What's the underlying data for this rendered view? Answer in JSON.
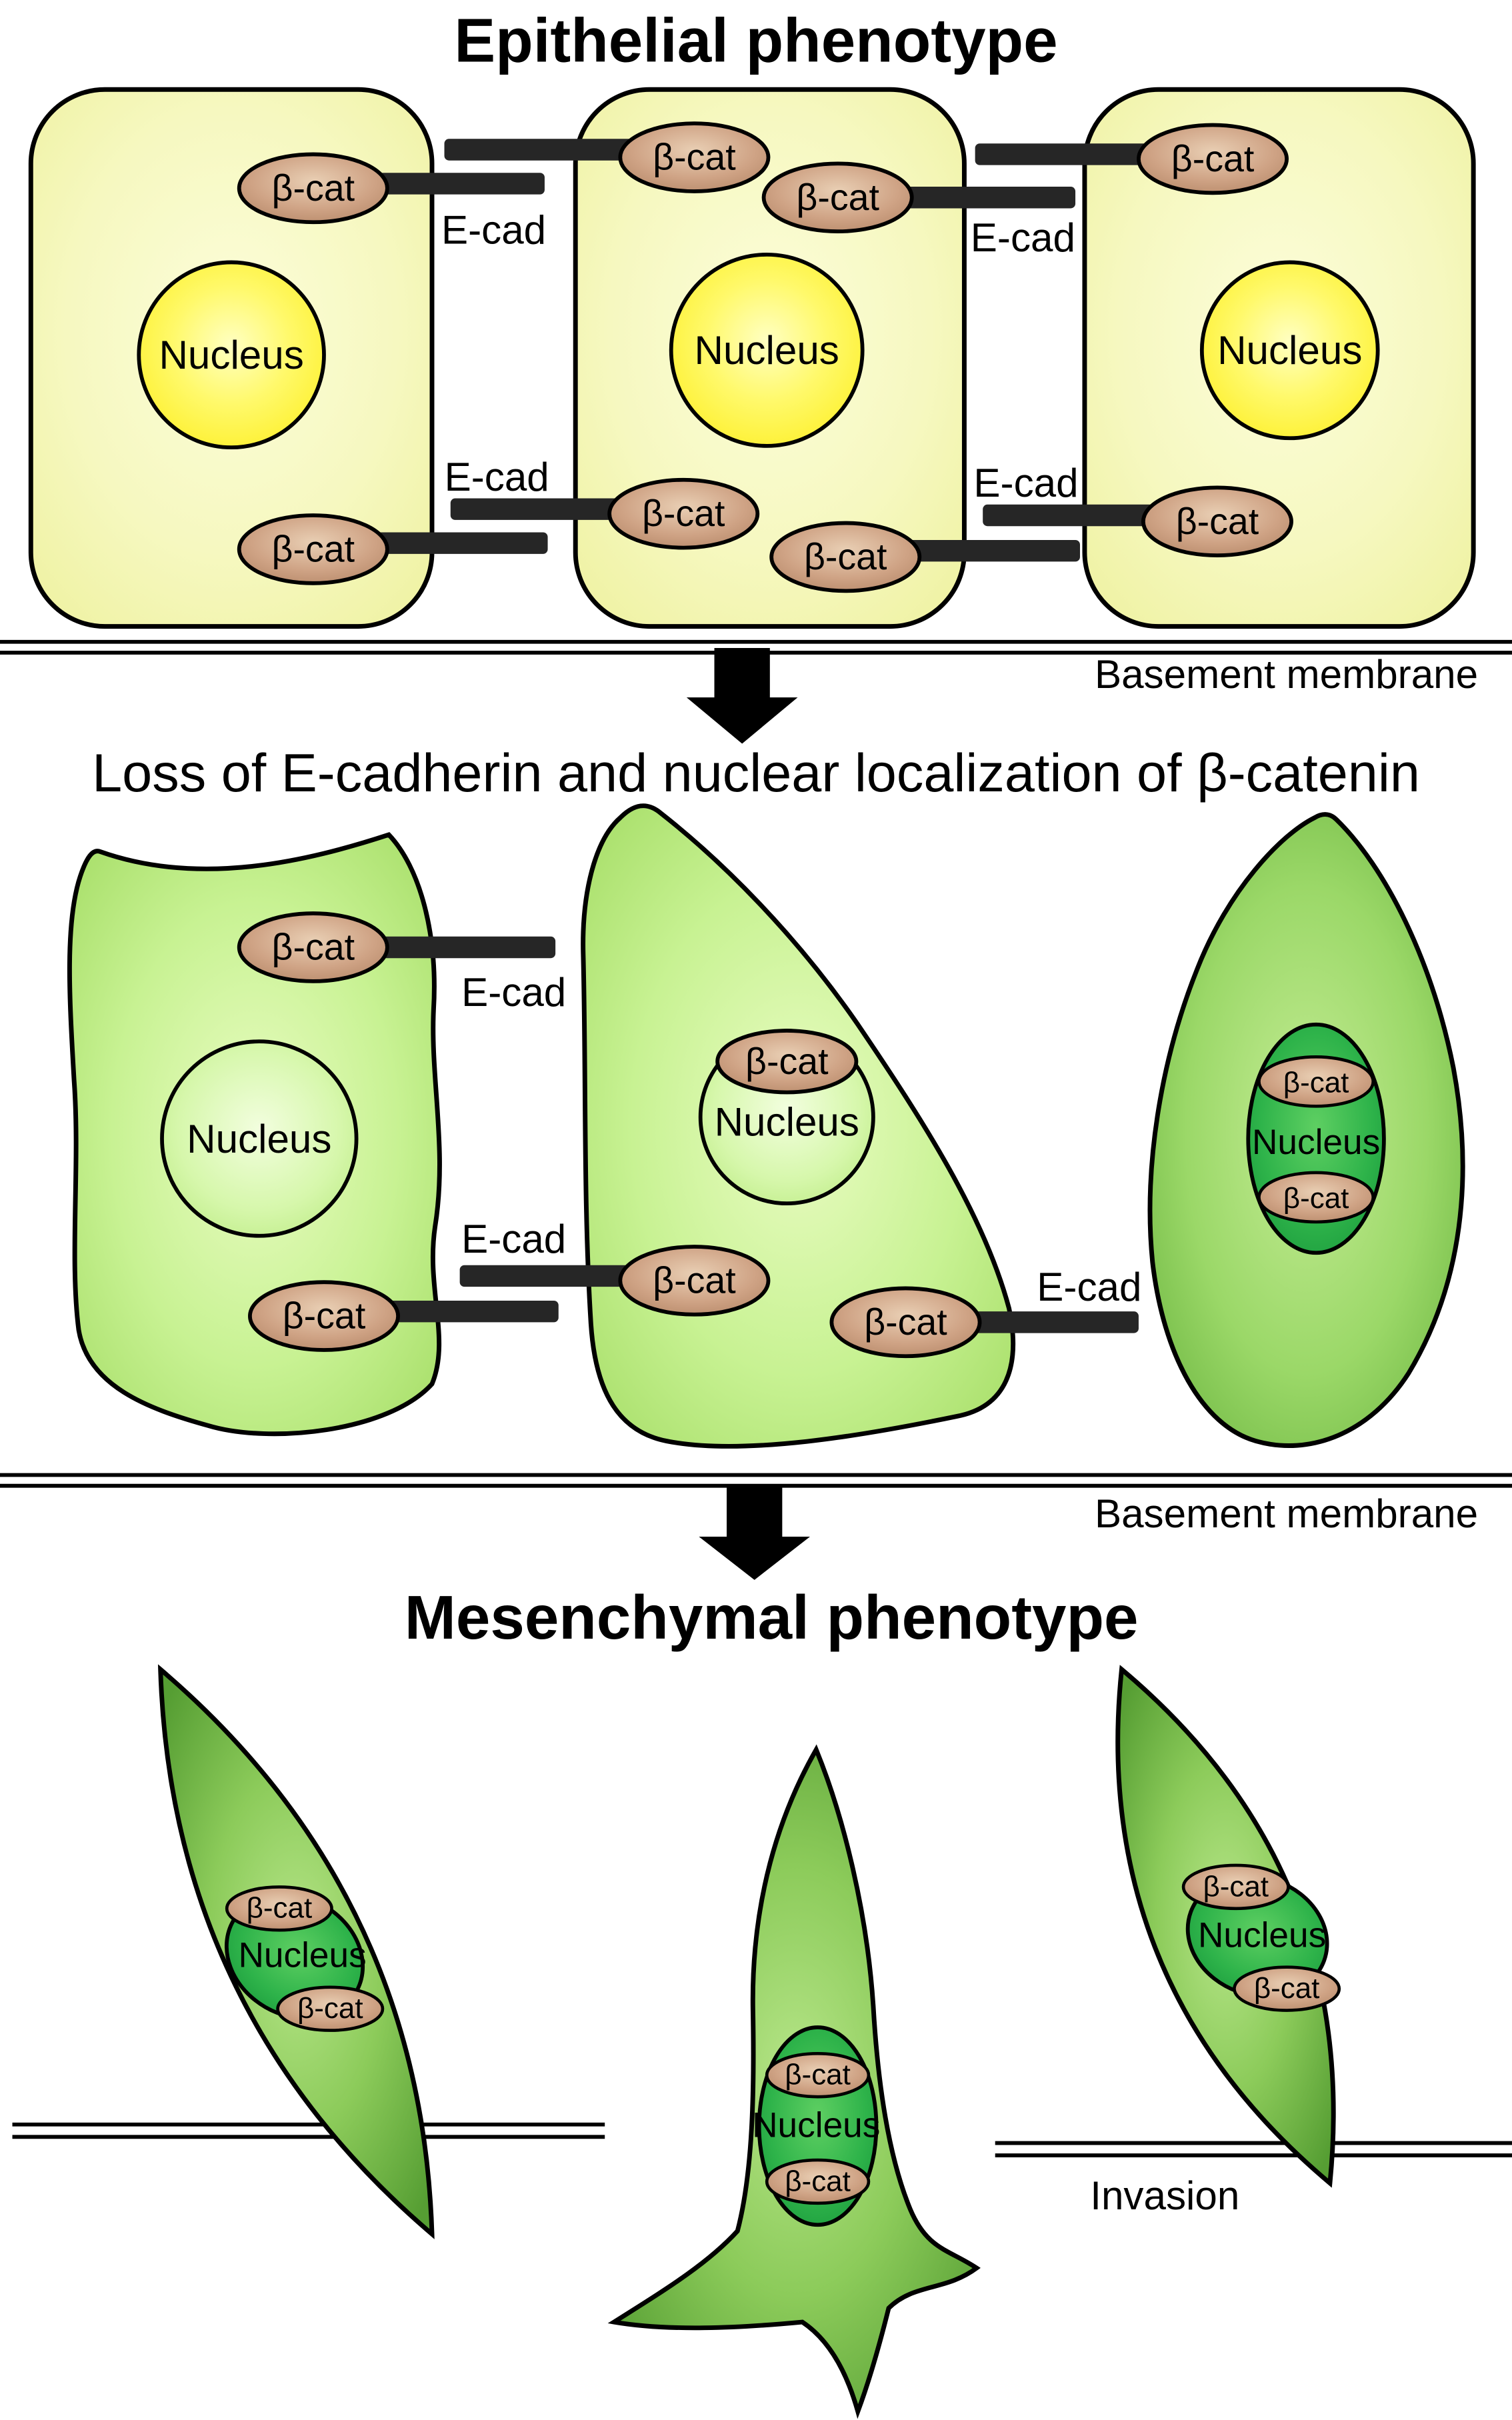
{
  "titles": {
    "epithelial": "Epithelial phenotype",
    "transition": "Loss of E-cadherin and nuclear localization of β-catenin",
    "mesenchymal": "Mesenchymal phenotype"
  },
  "labels": {
    "beta_catenin": "β-cat",
    "e_cadherin": "E-cad",
    "nucleus": "Nucleus",
    "basement_membrane": "Basement membrane",
    "invasion": "Invasion"
  },
  "colors": {
    "outline": "#000000",
    "epithelial_cell": "#f6f8c0",
    "epithelial_nucleus": "#ffee00",
    "beta_catenin_oval": "#cfa385",
    "e_cadherin_bar": "#262626",
    "transition_cell": "#c8f293",
    "transition_cell_dark": "#9bd868",
    "mesenchymal_cell": "#8ccb5a",
    "nucleus_dark_green": "#2eb34a",
    "arrow": "#000000"
  }
}
